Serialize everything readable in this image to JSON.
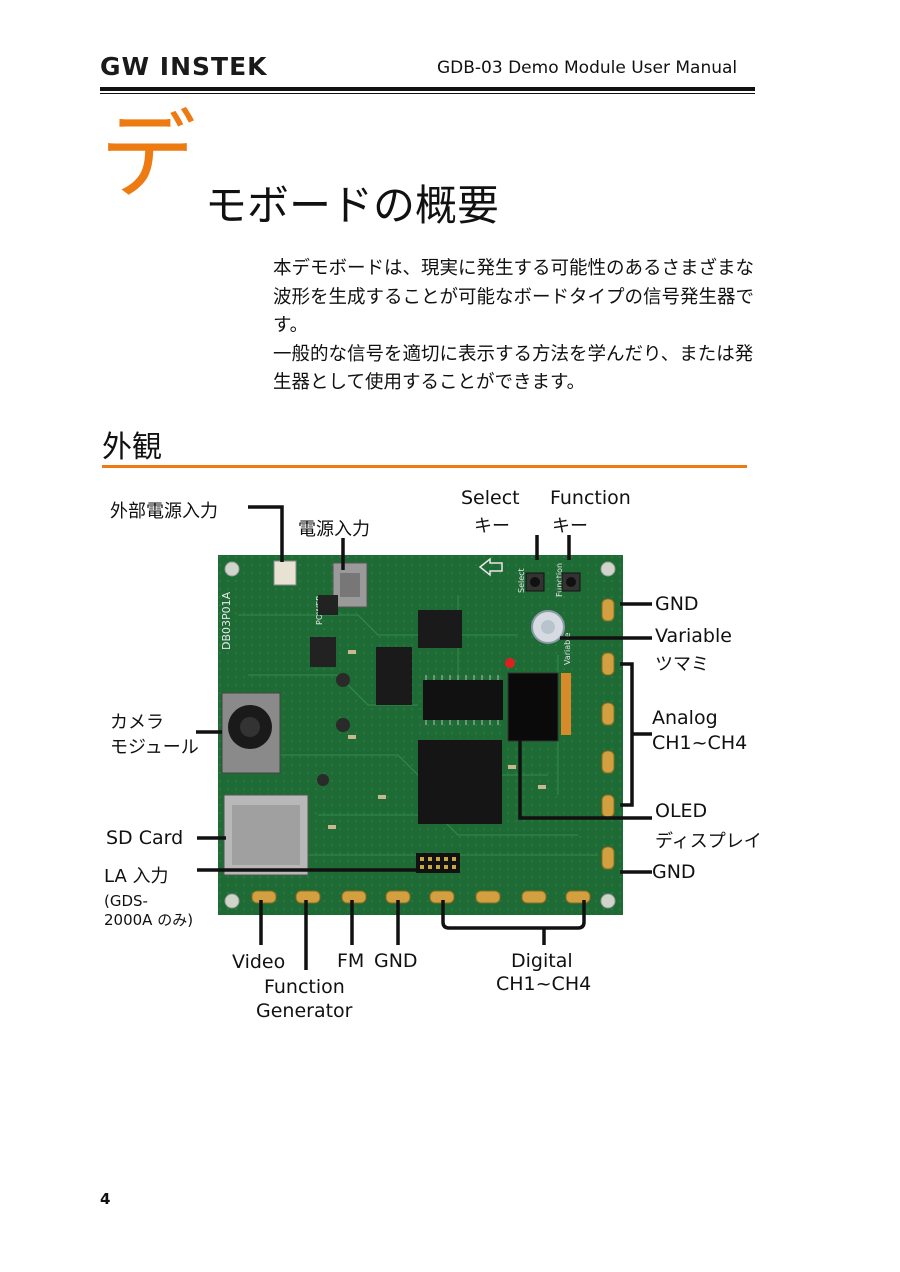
{
  "header": {
    "logo": "GW INSTEK",
    "doc_title": "GDB-03 Demo Module User Manual"
  },
  "chapter": {
    "initial": "デ",
    "title_rest": "モボードの概要"
  },
  "intro": {
    "p1": "本デモボードは、現実に発生する可能性のあるさまざまな波形を生成することが可能なボードタイプの信号発生器です。",
    "p2": "一般的な信号を適切に表示する方法を学んだり、または発生器として使用することができます。"
  },
  "section": {
    "title": "外観"
  },
  "labels": {
    "ext_power": "外部電源入力",
    "power": "電源入力",
    "select_1": "Select",
    "select_2": "キー",
    "function_1": "Function",
    "function_2": "キー",
    "gnd_top": "GND",
    "variable_1": "Variable",
    "variable_2": "ツマミ",
    "analog_1": "Analog",
    "analog_2": "CH1~CH4",
    "oled_1": "OLED",
    "oled_2": "ディスプレイ",
    "gnd_right": "GND",
    "camera_1": "カメラ",
    "camera_2": "モジュール",
    "sd_card": "SD Card",
    "la_input": "LA 入力",
    "la_note_1": "(GDS-",
    "la_note_2": "2000A のみ)",
    "video": "Video",
    "fg_1": "Function",
    "fg_2": "Generator",
    "fm": "FM",
    "gnd_bottom": "GND",
    "digital_1": "Digital",
    "digital_2": "CH1~CH4"
  },
  "board_silk": {
    "id": "DB03P01A",
    "power": "POWER",
    "select": "Select",
    "function": "Function",
    "variable": "Variable"
  },
  "footer": {
    "page_number": "4"
  }
}
